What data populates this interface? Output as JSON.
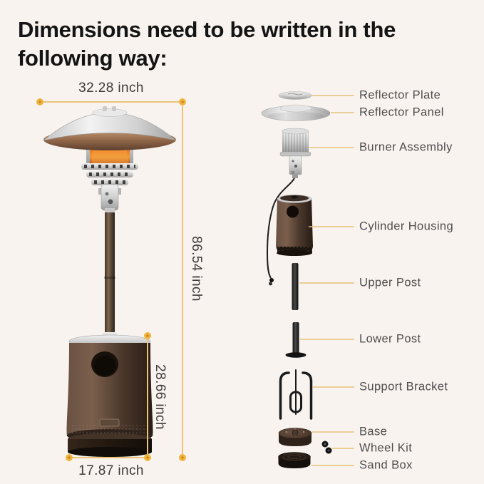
{
  "title": "Dimensions need to be written in the following way:",
  "dimensions": {
    "top_width": "32.28 inch",
    "total_height": "86.54 inch",
    "base_height": "28.66 inch",
    "base_width": "17.87 inch"
  },
  "parts": [
    {
      "label": "Reflector Plate"
    },
    {
      "label": "Reflector Panel"
    },
    {
      "label": "Burner Assembly"
    },
    {
      "label": "Cylinder Housing"
    },
    {
      "label": "Upper Post"
    },
    {
      "label": "Lower Post"
    },
    {
      "label": "Support Bracket"
    },
    {
      "label": "Base"
    },
    {
      "label": "Wheel Kit"
    },
    {
      "label": "Sand Box"
    }
  ],
  "colors": {
    "background": "#F9F3EF",
    "dimension_line": "#ECC577",
    "dimension_dot": "#F0B43E",
    "leader_line": "#E7C27A",
    "label_text": "#4D4D4D",
    "dimension_text": "#3A3A3A",
    "title_text": "#141414",
    "heater_brown": "#4E3A2D",
    "flame_orange": "#E8702A"
  }
}
